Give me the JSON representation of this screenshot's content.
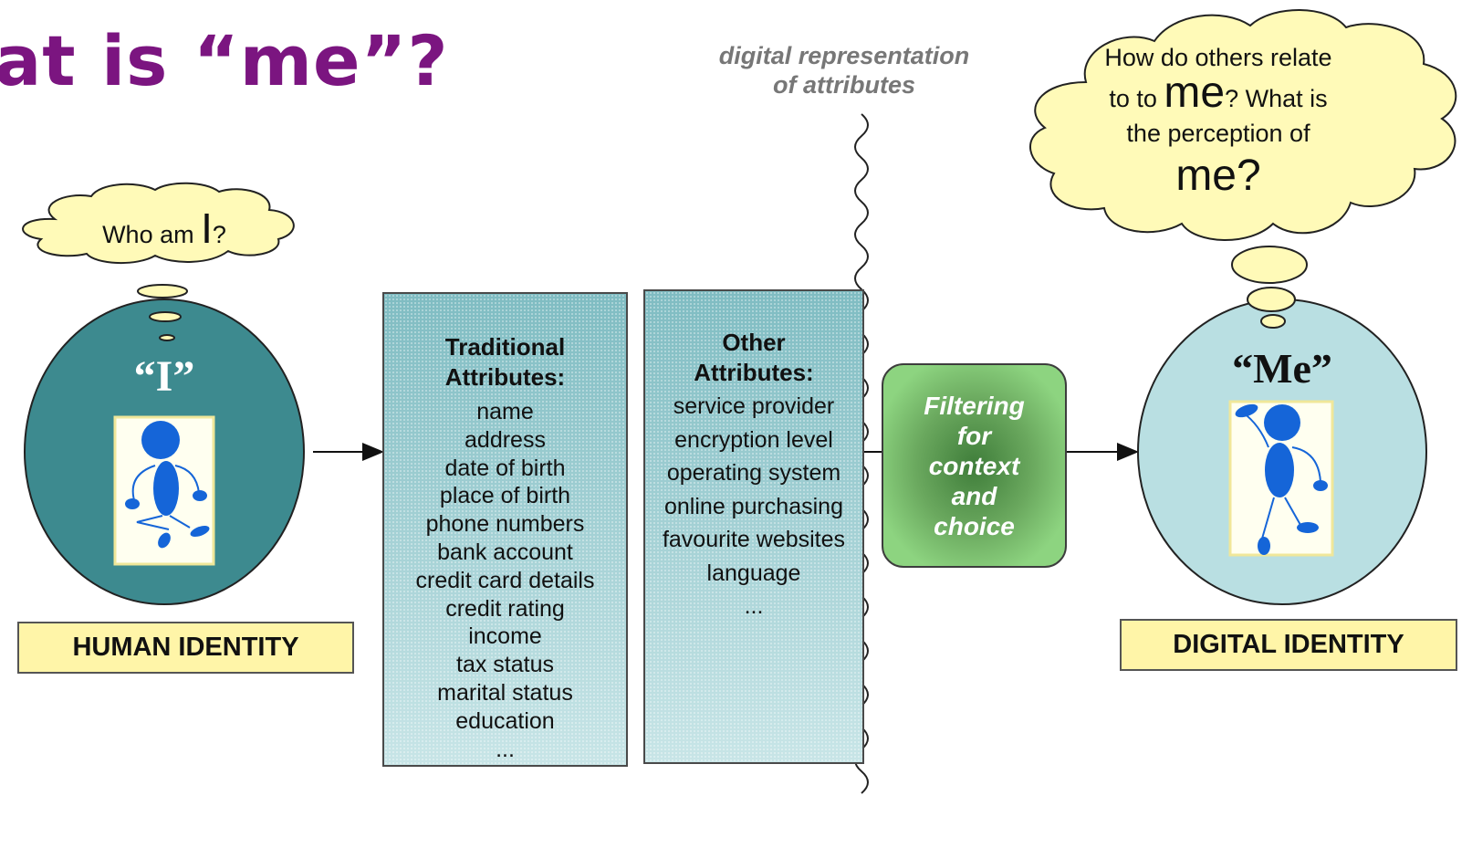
{
  "title": "at is “me”?",
  "divider": {
    "caption_line1": "digital representation",
    "caption_line2": "of attributes"
  },
  "human": {
    "thought_prefix": "Who am ",
    "thought_emphasis": "I",
    "thought_suffix": "?",
    "figure_label": "“I”",
    "identity_label": "HUMAN IDENTITY"
  },
  "traditional_attributes": {
    "heading_line1": "Traditional",
    "heading_line2": "Attributes:",
    "items": [
      "name",
      "address",
      "date of birth",
      "place of birth",
      "phone numbers",
      "bank account",
      "credit card details",
      "credit rating",
      "income",
      "tax status",
      "marital status",
      "education",
      "..."
    ]
  },
  "other_attributes": {
    "heading_line1": "Other",
    "heading_line2": "Attributes:",
    "items": [
      "service provider",
      "encryption level",
      "operating system",
      "online purchasing",
      "favourite websites",
      "language",
      "..."
    ]
  },
  "filter": {
    "line1": "Filtering",
    "line2": "for",
    "line3": "context",
    "line4": "and",
    "line5": "choice"
  },
  "digital": {
    "thought_line1": "How do others relate",
    "thought_line2_prefix": "to to ",
    "thought_line2_emphasis": "me",
    "thought_line2_suffix": "? What is",
    "thought_line3": "the perception of",
    "thought_line4": "me?",
    "figure_label": "“Me”",
    "identity_label": "DIGITAL IDENTITY"
  },
  "colors": {
    "title": "#7b1580",
    "human_circle": "#3d8a8f",
    "digital_circle": "#b9dfe2",
    "figure_blue": "#1565d8",
    "cloud_fill": "#fffab8",
    "identity_box": "#fff5a8",
    "filter_green": "#8dd480"
  },
  "icons": {
    "left_figure": "seated-stick-figure-icon",
    "right_figure": "standing-stick-figure-icon"
  }
}
